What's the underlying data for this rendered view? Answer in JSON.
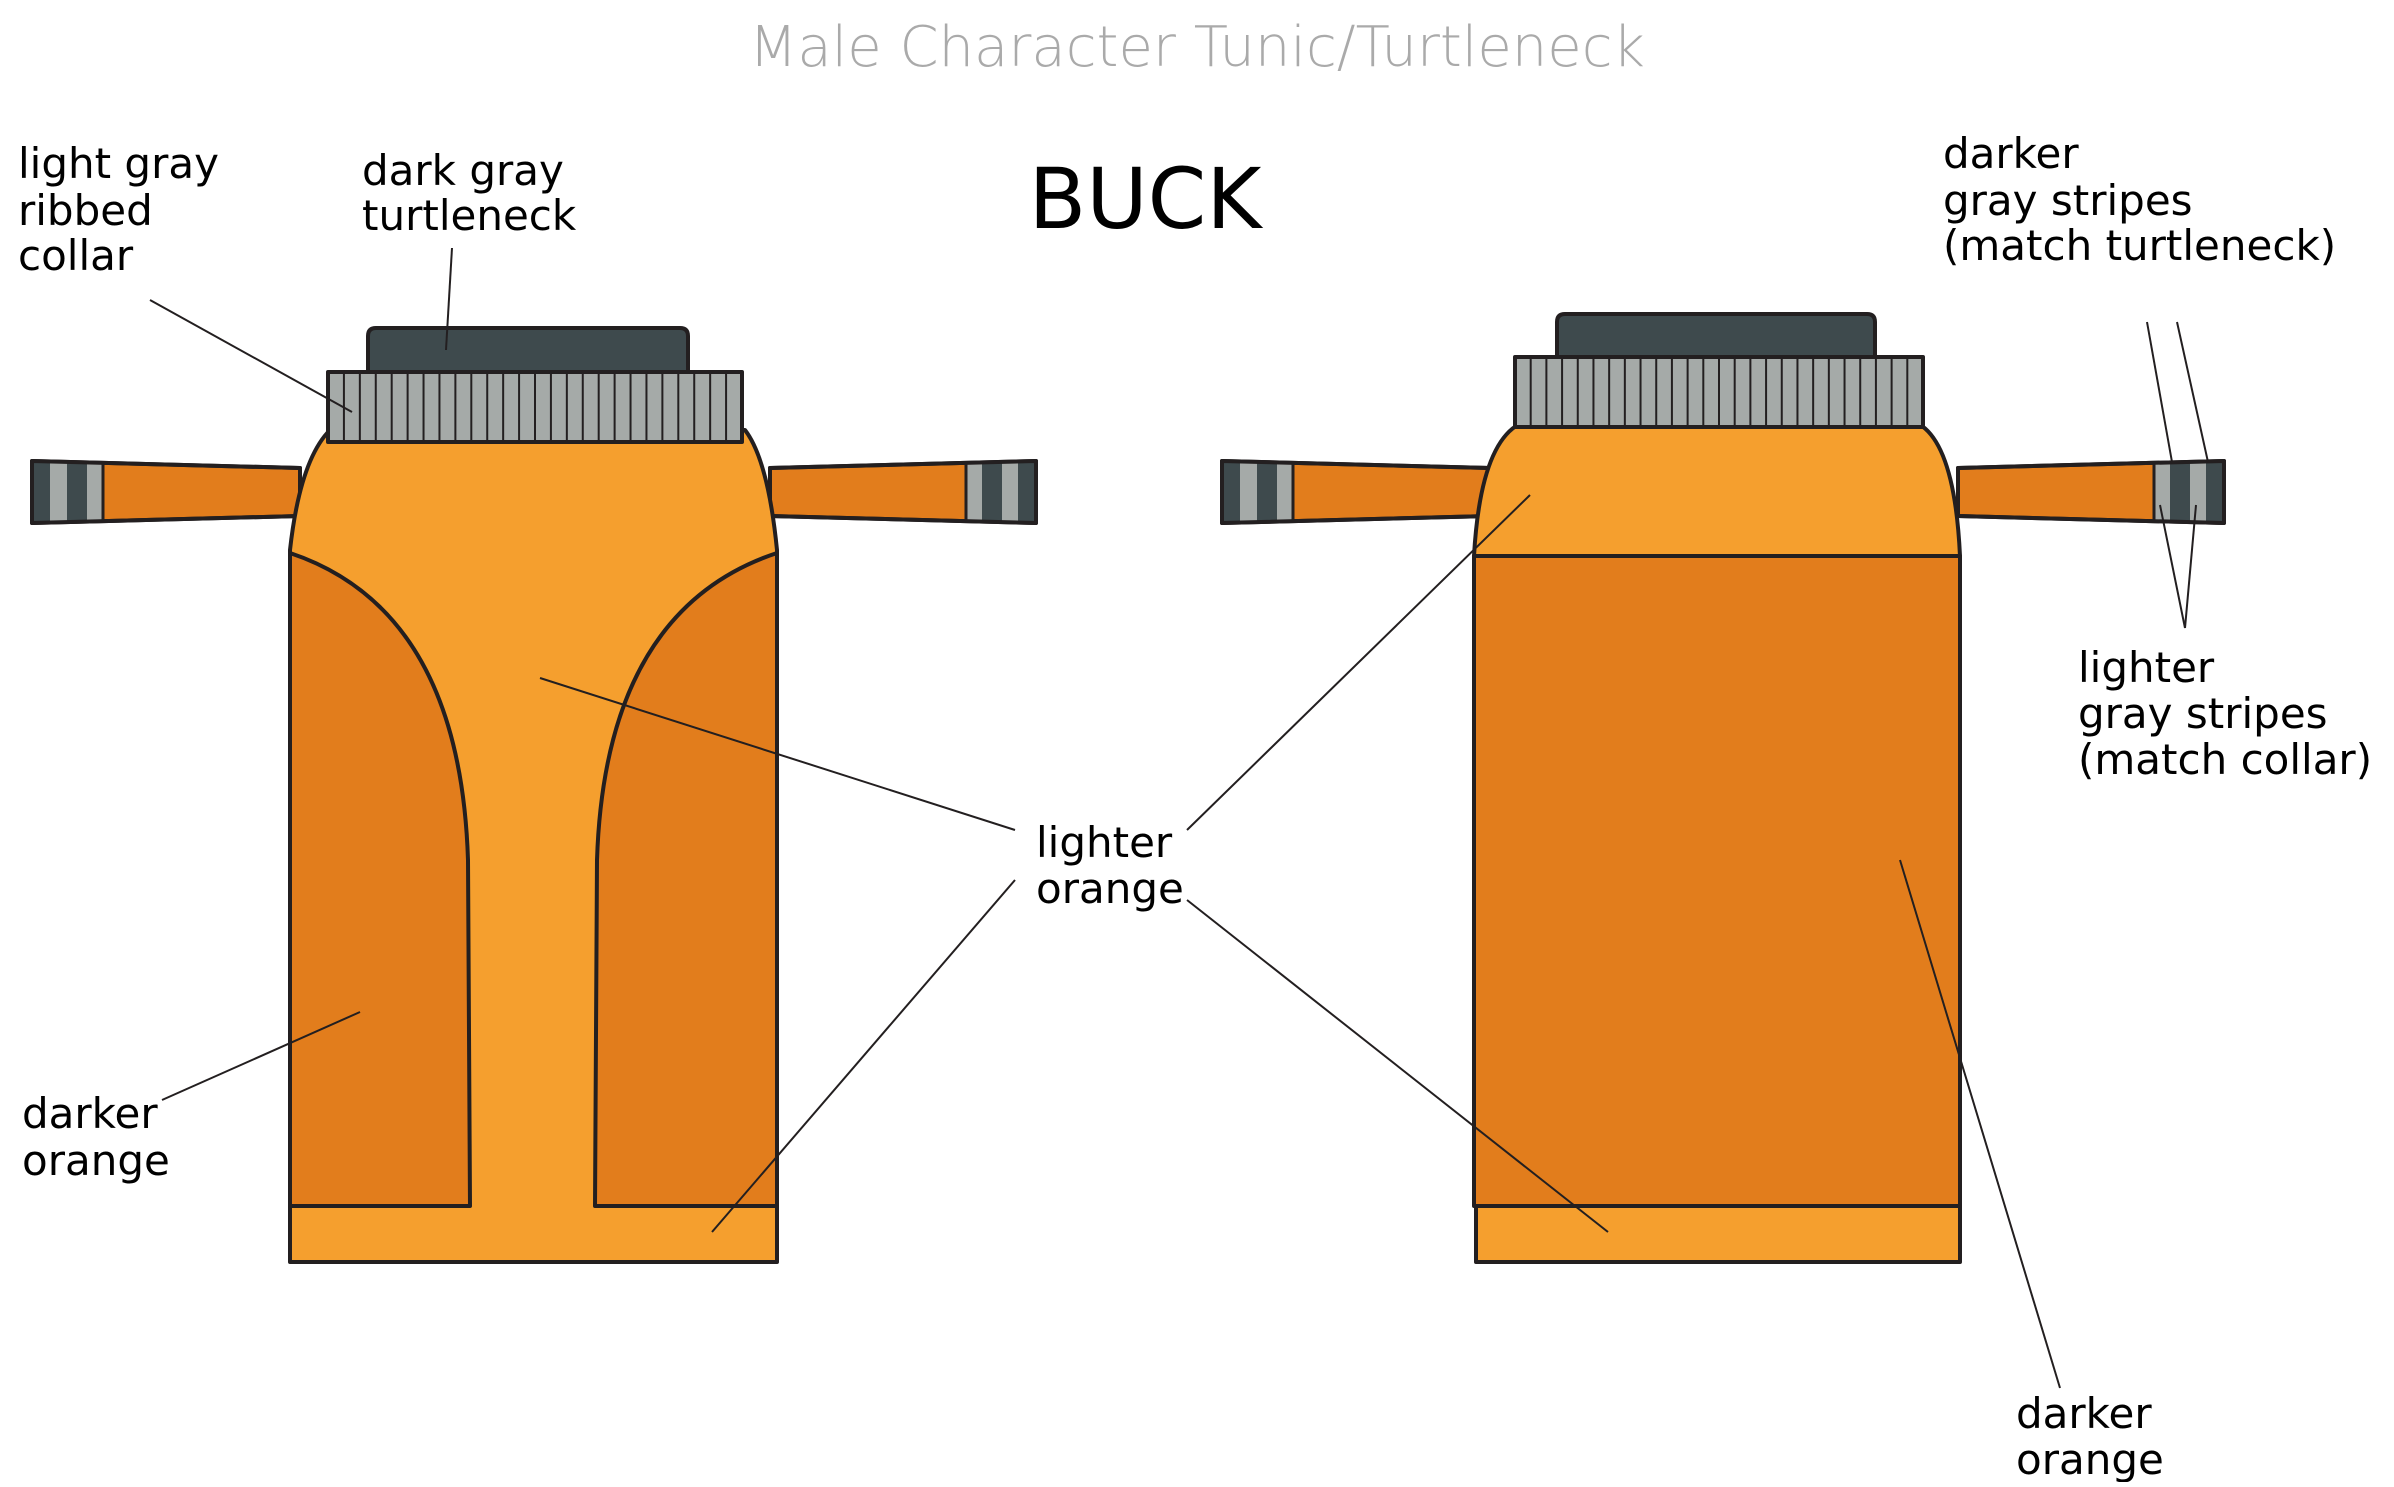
{
  "title": "Male Character Tunic/Turtleneck",
  "character_name": "BUCK",
  "colors": {
    "light_orange": "#f59f2e",
    "dark_orange": "#e27d1c",
    "light_gray": "#a5aaa8",
    "dark_gray": "#3e4a4d",
    "outline": "#231f20",
    "title_gray": "#aaaaaa"
  },
  "labels": {
    "collar": [
      "light gray",
      "ribbed",
      "collar"
    ],
    "turtleneck": [
      "dark gray",
      "turtleneck"
    ],
    "darker_stripes": [
      "darker",
      "gray stripes",
      "(match turtleneck)"
    ],
    "lighter_stripes": [
      "lighter",
      "gray stripes",
      "(match collar)"
    ],
    "lighter_orange": [
      "lighter",
      "orange"
    ],
    "darker_orange_front": [
      "darker",
      "orange"
    ],
    "darker_orange_back": [
      "darker",
      "orange"
    ]
  }
}
